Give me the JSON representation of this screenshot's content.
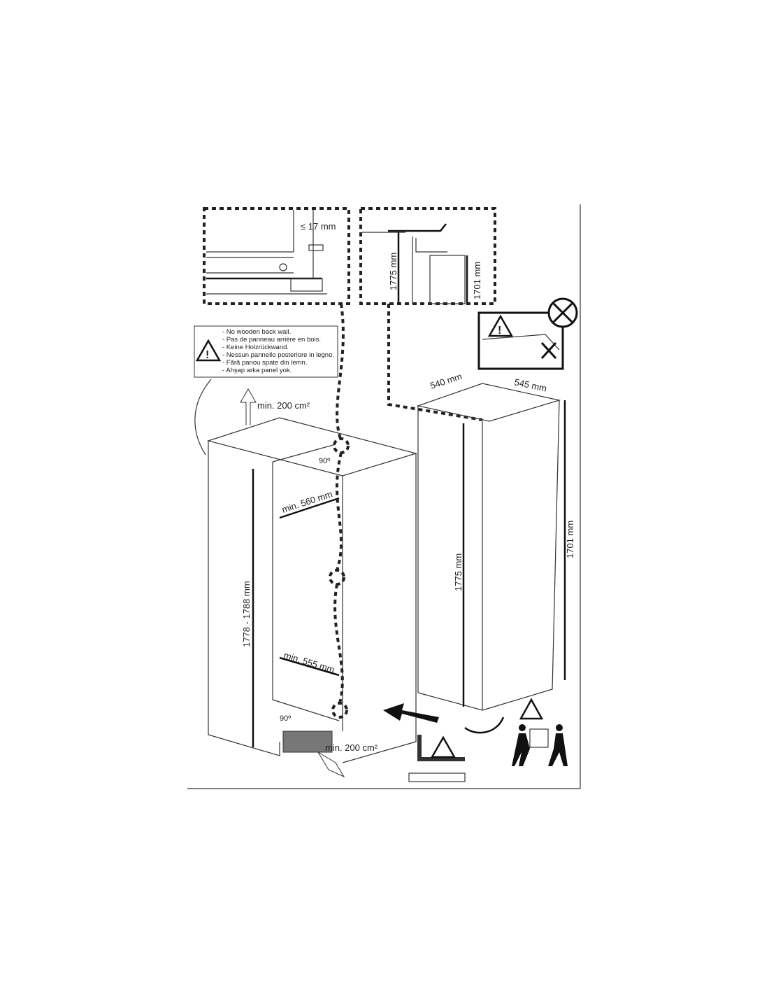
{
  "detail_left": {
    "gap_label": "≤ 17 mm"
  },
  "detail_right": {
    "height_outer": "1775 mm",
    "height_inner": "1701 mm"
  },
  "warning_box": {
    "lines": [
      "- No wooden back wall.",
      "- Pas de panneau arrière en bois.",
      "- Keine Holzrückwand.",
      "- Nessun pannello posteriore in legno.",
      "- Fără panou spate din lemn.",
      "- Ahşap arka panel yok."
    ]
  },
  "niche": {
    "vent_top": "min. 200 cm²",
    "vent_bottom": "min. 200 cm²",
    "angle_top": "90º",
    "angle_bottom": "90º",
    "width_top": "min. 560 mm",
    "width_bottom": "min. 555 mm",
    "height": "1778 - 1788 mm"
  },
  "appliance": {
    "depth": "540 mm",
    "width": "545 mm",
    "height_outer": "1775 mm",
    "height_inner": "1701 mm"
  }
}
